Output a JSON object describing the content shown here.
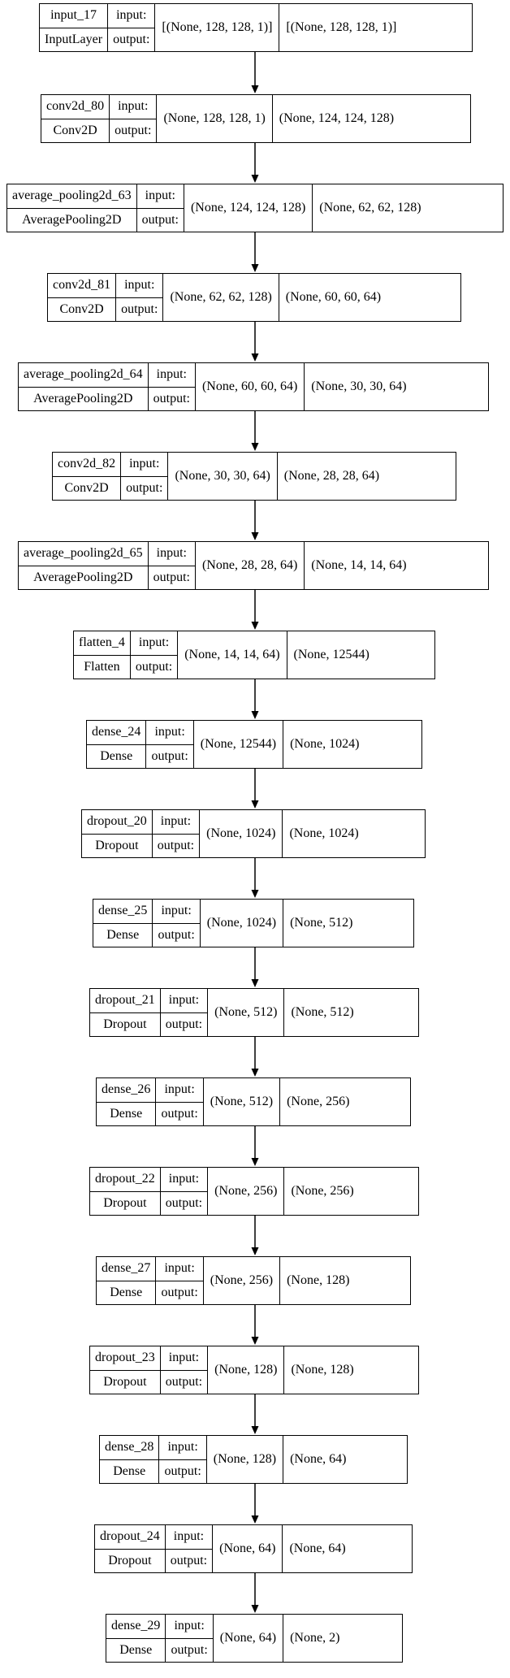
{
  "layers": [
    {
      "name": "input_17",
      "type": "InputLayer",
      "input": "[(None, 128, 128, 1)]",
      "output": "[(None, 128, 128, 1)]"
    },
    {
      "name": "conv2d_80",
      "type": "Conv2D",
      "input": "(None, 128, 128, 1)",
      "output": "(None, 124, 124, 128)"
    },
    {
      "name": "average_pooling2d_63",
      "type": "AveragePooling2D",
      "input": "(None, 124, 124, 128)",
      "output": "(None, 62, 62, 128)"
    },
    {
      "name": "conv2d_81",
      "type": "Conv2D",
      "input": "(None, 62, 62, 128)",
      "output": "(None, 60, 60, 64)"
    },
    {
      "name": "average_pooling2d_64",
      "type": "AveragePooling2D",
      "input": "(None, 60, 60, 64)",
      "output": "(None, 30, 30, 64)"
    },
    {
      "name": "conv2d_82",
      "type": "Conv2D",
      "input": "(None, 30, 30, 64)",
      "output": "(None, 28, 28, 64)"
    },
    {
      "name": "average_pooling2d_65",
      "type": "AveragePooling2D",
      "input": "(None, 28, 28, 64)",
      "output": "(None, 14, 14, 64)"
    },
    {
      "name": "flatten_4",
      "type": "Flatten",
      "input": "(None, 14, 14, 64)",
      "output": "(None, 12544)"
    },
    {
      "name": "dense_24",
      "type": "Dense",
      "input": "(None, 12544)",
      "output": "(None, 1024)"
    },
    {
      "name": "dropout_20",
      "type": "Dropout",
      "input": "(None, 1024)",
      "output": "(None, 1024)"
    },
    {
      "name": "dense_25",
      "type": "Dense",
      "input": "(None, 1024)",
      "output": "(None, 512)"
    },
    {
      "name": "dropout_21",
      "type": "Dropout",
      "input": "(None, 512)",
      "output": "(None, 512)"
    },
    {
      "name": "dense_26",
      "type": "Dense",
      "input": "(None, 512)",
      "output": "(None, 256)"
    },
    {
      "name": "dropout_22",
      "type": "Dropout",
      "input": "(None, 256)",
      "output": "(None, 256)"
    },
    {
      "name": "dense_27",
      "type": "Dense",
      "input": "(None, 256)",
      "output": "(None, 128)"
    },
    {
      "name": "dropout_23",
      "type": "Dropout",
      "input": "(None, 128)",
      "output": "(None, 128)"
    },
    {
      "name": "dense_28",
      "type": "Dense",
      "input": "(None, 128)",
      "output": "(None, 64)"
    },
    {
      "name": "dropout_24",
      "type": "Dropout",
      "input": "(None, 64)",
      "output": "(None, 64)"
    },
    {
      "name": "dense_29",
      "type": "Dense",
      "input": "(None, 64)",
      "output": "(None, 2)"
    }
  ],
  "labels": {
    "input": "input:",
    "output": "output:"
  }
}
